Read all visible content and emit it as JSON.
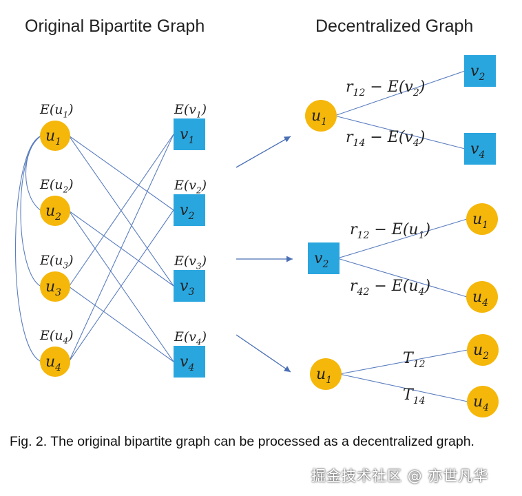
{
  "titles": {
    "left": "Original Bipartite Graph",
    "right": "Decentralized Graph"
  },
  "colors": {
    "u_node": "#F5B70A",
    "v_node": "#2AA6DF",
    "edge": "#5A7DBF",
    "arrow": "#4A6FB5"
  },
  "nodes_left_u": [
    {
      "base": "u",
      "sub": "1",
      "label_base": "E(u",
      "label_sub": "1",
      "label_end": ")"
    },
    {
      "base": "u",
      "sub": "2",
      "label_base": "E(u",
      "label_sub": "2",
      "label_end": ")"
    },
    {
      "base": "u",
      "sub": "3",
      "label_base": "E(u",
      "label_sub": "3",
      "label_end": ")"
    },
    {
      "base": "u",
      "sub": "4",
      "label_base": "E(u",
      "label_sub": "4",
      "label_end": ")"
    }
  ],
  "nodes_left_v": [
    {
      "base": "v",
      "sub": "1",
      "label_base": "E(v",
      "label_sub": "1",
      "label_end": ")"
    },
    {
      "base": "v",
      "sub": "2",
      "label_base": "E(v",
      "label_sub": "2",
      "label_end": ")"
    },
    {
      "base": "v",
      "sub": "3",
      "label_base": "E(v",
      "label_sub": "3",
      "label_end": ")"
    },
    {
      "base": "v",
      "sub": "4",
      "label_base": "E(v",
      "label_sub": "4",
      "label_end": ")"
    }
  ],
  "decentralized": [
    {
      "center": {
        "base": "u",
        "sub": "1",
        "shape": "circle"
      },
      "leaves": [
        {
          "base": "v",
          "sub": "2",
          "shape": "square",
          "edge_label": {
            "a": "r",
            "a_sub": "12",
            "mid": " − E(v",
            "mid_sub": "2",
            "end": ")"
          }
        },
        {
          "base": "v",
          "sub": "4",
          "shape": "square",
          "edge_label": {
            "a": "r",
            "a_sub": "14",
            "mid": " − E(v",
            "mid_sub": "4",
            "end": ")"
          }
        }
      ]
    },
    {
      "center": {
        "base": "v",
        "sub": "2",
        "shape": "square"
      },
      "leaves": [
        {
          "base": "u",
          "sub": "1",
          "shape": "circle",
          "edge_label": {
            "a": "r",
            "a_sub": "12",
            "mid": " − E(u",
            "mid_sub": "1",
            "end": ")"
          }
        },
        {
          "base": "u",
          "sub": "4",
          "shape": "circle",
          "edge_label": {
            "a": "r",
            "a_sub": "42",
            "mid": " − E(u",
            "mid_sub": "4",
            "end": ")"
          }
        }
      ]
    },
    {
      "center": {
        "base": "u",
        "sub": "1",
        "shape": "circle"
      },
      "leaves": [
        {
          "base": "u",
          "sub": "2",
          "shape": "circle",
          "edge_label": {
            "a": "T",
            "a_sub": "12",
            "mid": "",
            "mid_sub": "",
            "end": ""
          }
        },
        {
          "base": "u",
          "sub": "4",
          "shape": "circle",
          "edge_label": {
            "a": "T",
            "a_sub": "14",
            "mid": "",
            "mid_sub": "",
            "end": ""
          }
        }
      ]
    }
  ],
  "caption": "Fig. 2. The original bipartite graph can be processed as a decentralized graph.",
  "watermark": "掘金技术社区 @ 亦世凡华"
}
